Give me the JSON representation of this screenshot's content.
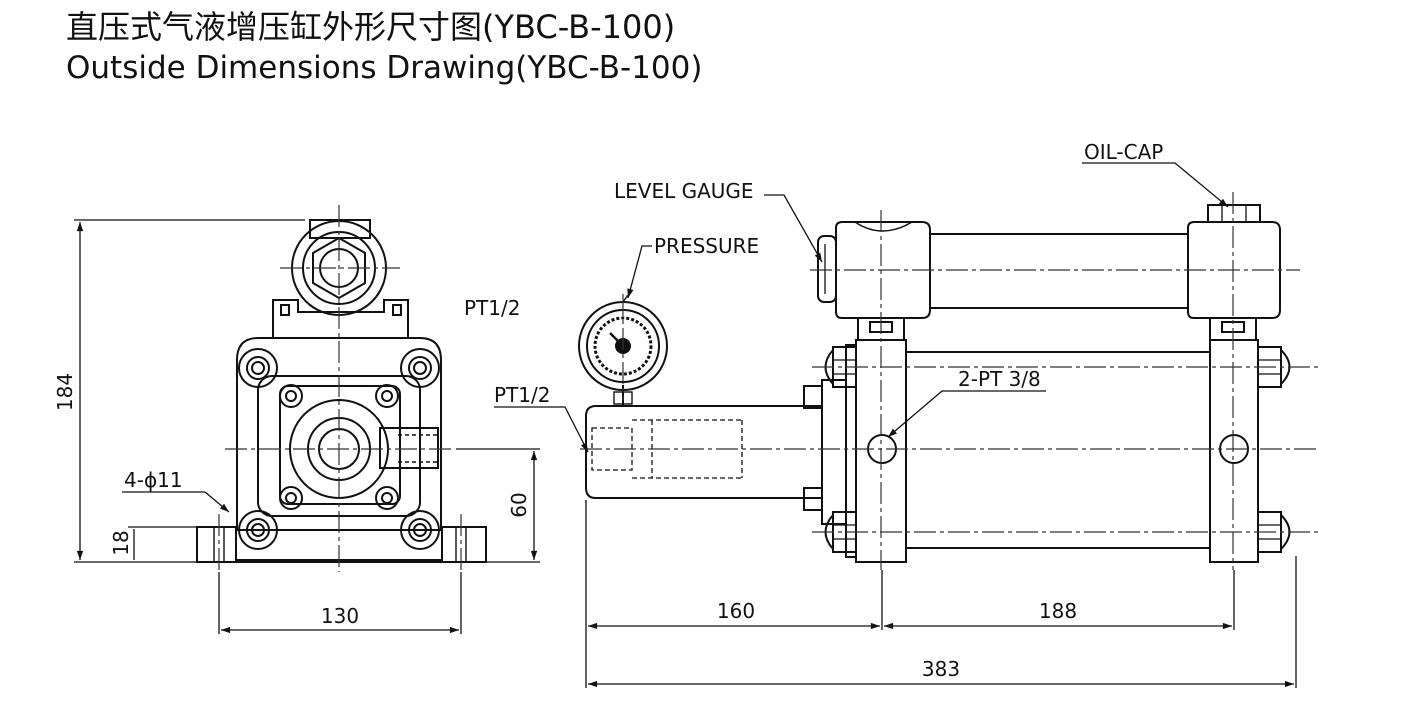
{
  "title": {
    "zh": "直压式气液增压缸外形尺寸图(YBC-B-100)",
    "en": "Outside Dimensions Drawing(YBC-B-100)"
  },
  "front_view": {
    "port_label": "PT1/2",
    "height_total": "184",
    "mount_holes": "4-ϕ11",
    "base_height": "18",
    "axis_height": "60",
    "base_width": "130"
  },
  "side_view": {
    "level_gauge_label": "LEVEL GAUGE",
    "pressure_label": "PRESSURE",
    "oil_cap_label": "OIL-CAP",
    "inlet_port_label": "PT1/2",
    "air_ports_label": "2-PT 3/8",
    "dim_left": "160",
    "dim_right": "188",
    "dim_total": "383"
  },
  "colors": {
    "line": "#111111",
    "center_line": "#333333"
  }
}
